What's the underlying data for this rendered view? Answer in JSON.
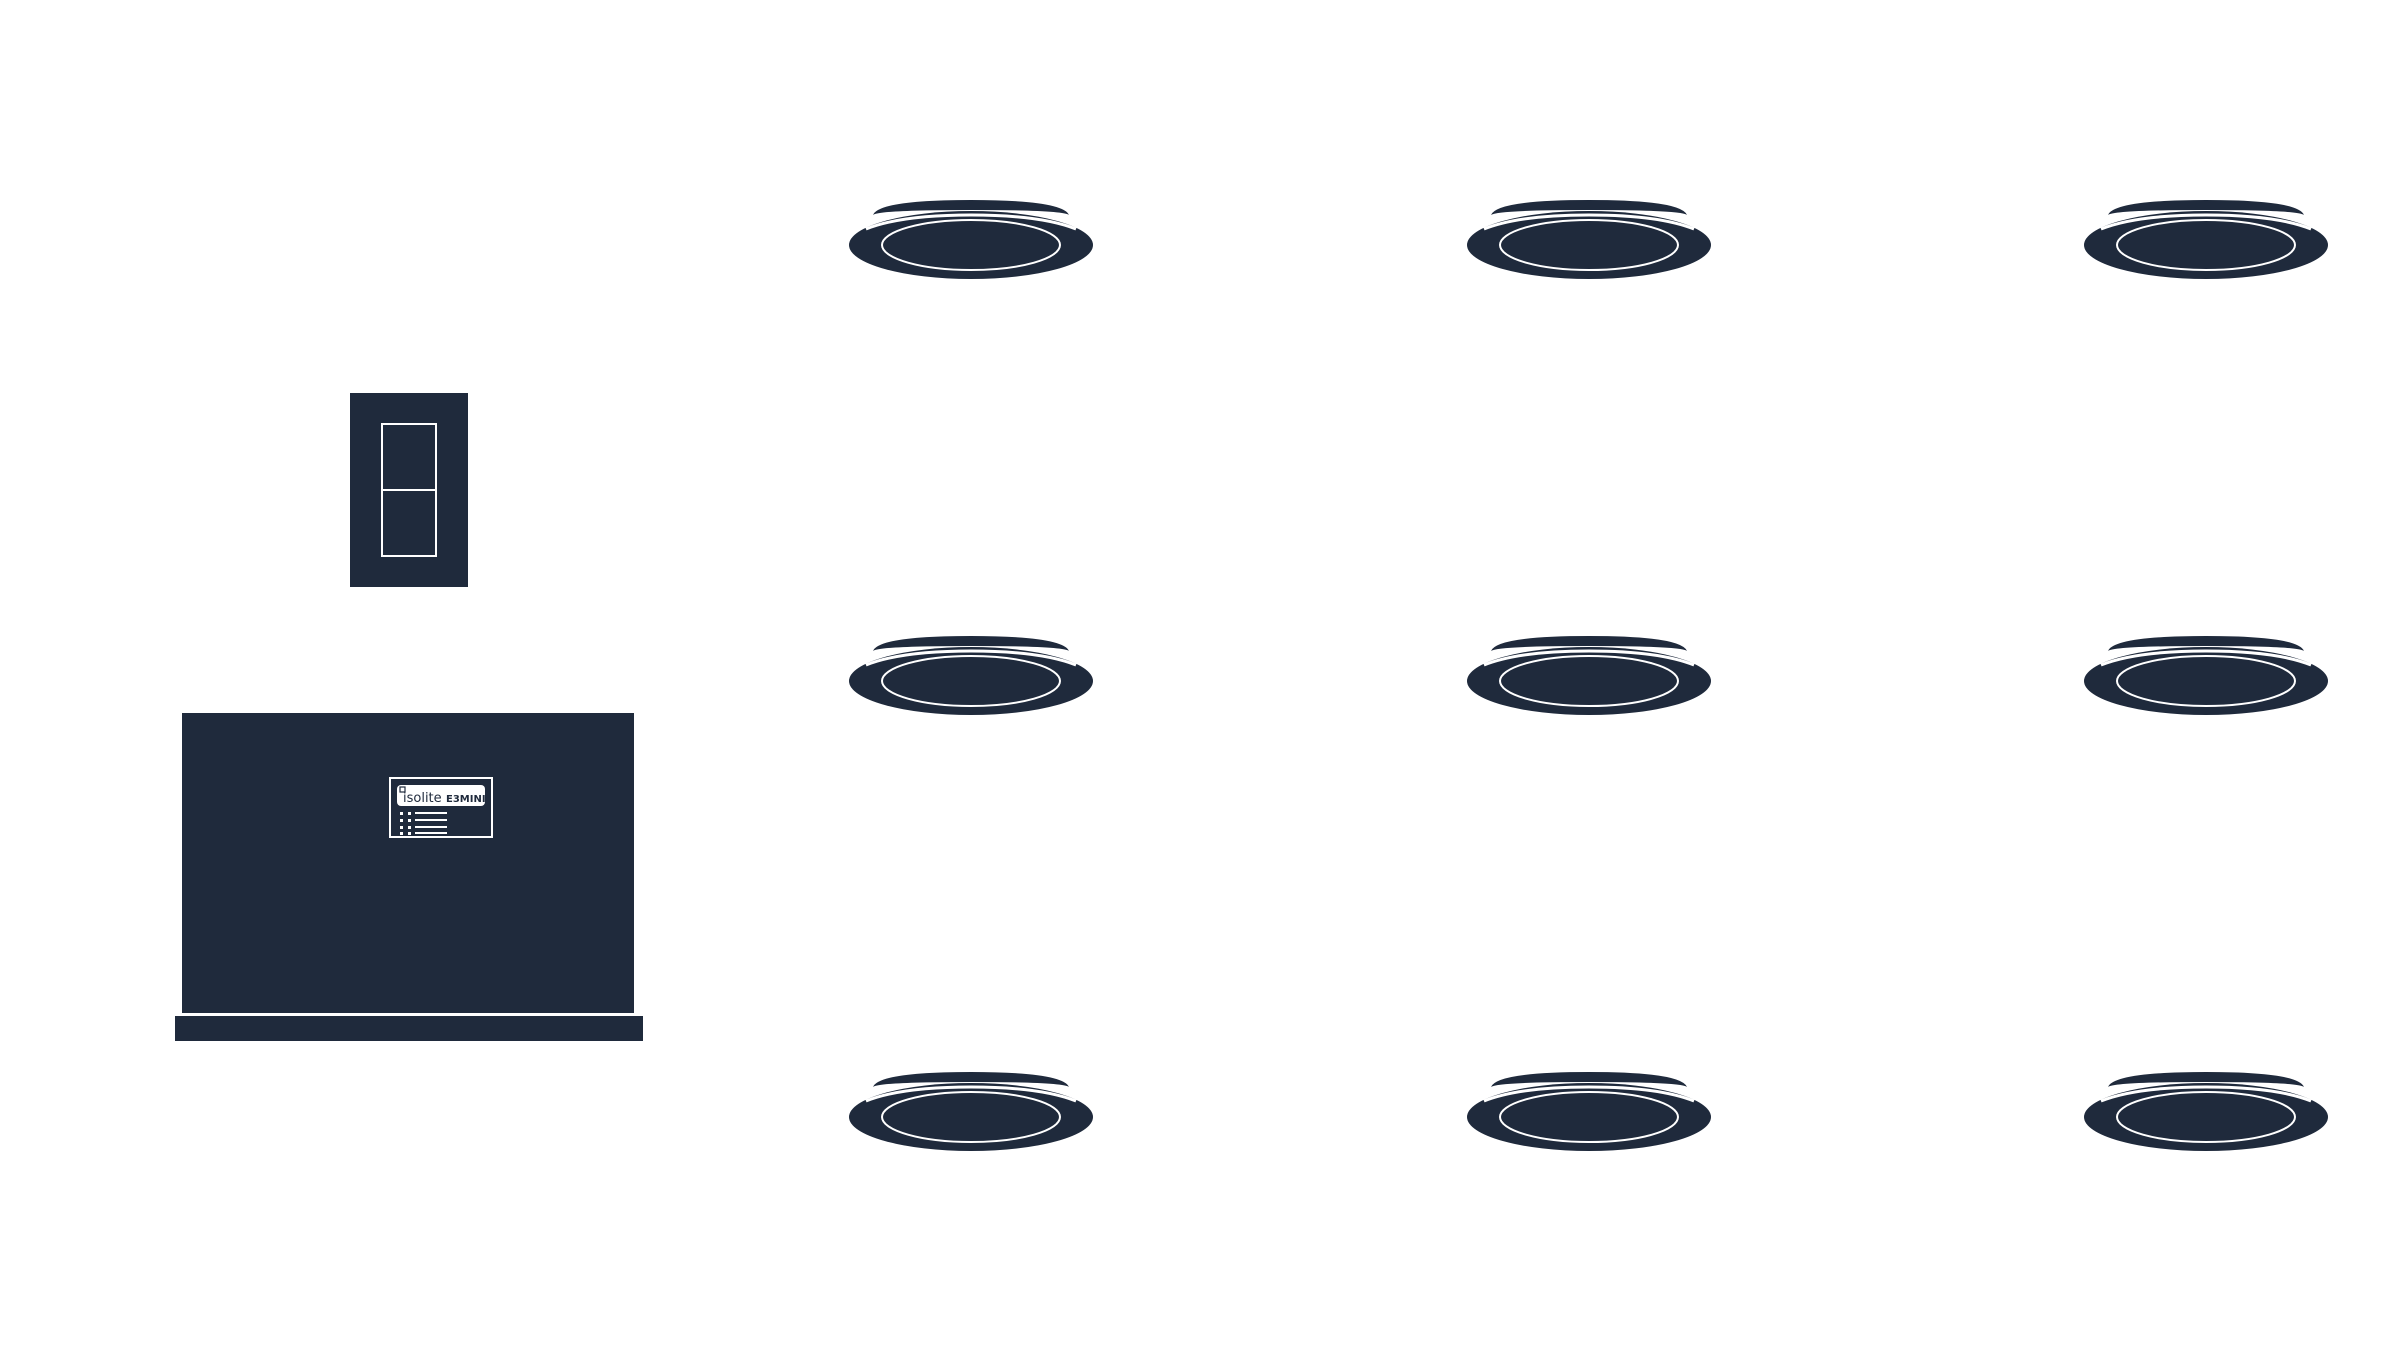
{
  "diagram": {
    "colors": {
      "primary": "#1f2a3c",
      "line": "#ffffff",
      "background": "#ffffff"
    },
    "switch": {
      "icon": "wall-switch-icon",
      "gangs": 2
    },
    "control_unit": {
      "icon": "emergency-lighting-control-unit-icon",
      "brand": "isolite",
      "model": "E3MINI"
    },
    "downlights": {
      "icon": "recessed-downlight-icon",
      "rows": 3,
      "columns": 3,
      "count": 9
    }
  }
}
